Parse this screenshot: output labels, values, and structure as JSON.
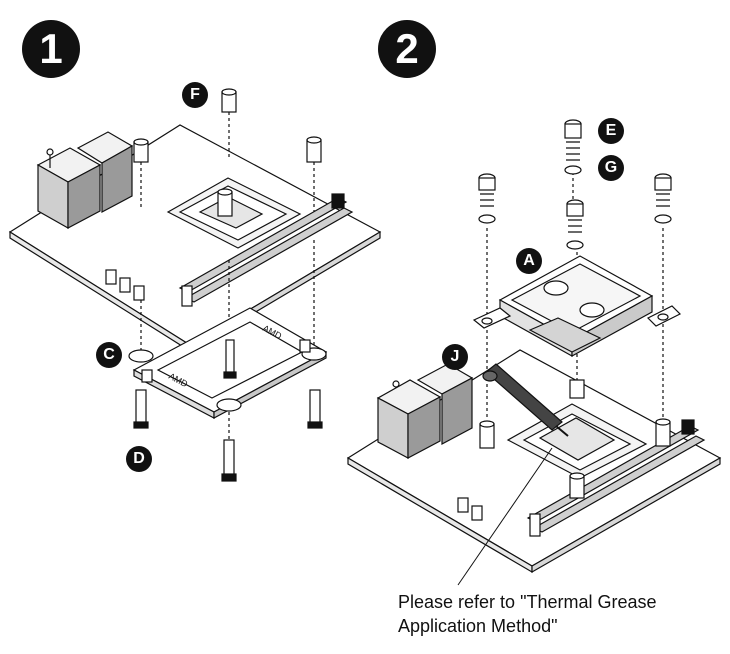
{
  "steps": [
    {
      "number": "1"
    },
    {
      "number": "2"
    }
  ],
  "callouts": {
    "F": "F",
    "C": "C",
    "D": "D",
    "E": "E",
    "G": "G",
    "A": "A",
    "J": "J"
  },
  "board_labels": {
    "cpu_socket_marking": "AMD",
    "cooler_marking": "AMD"
  },
  "note": {
    "line1": "Please refer to \"Thermal Grease",
    "line2": "Application Method\""
  },
  "icons": [
    "motherboard",
    "cpu-socket",
    "backplate",
    "standoff",
    "screw",
    "spring-screw",
    "washer",
    "heatsink",
    "thermal-grease-syringe"
  ]
}
